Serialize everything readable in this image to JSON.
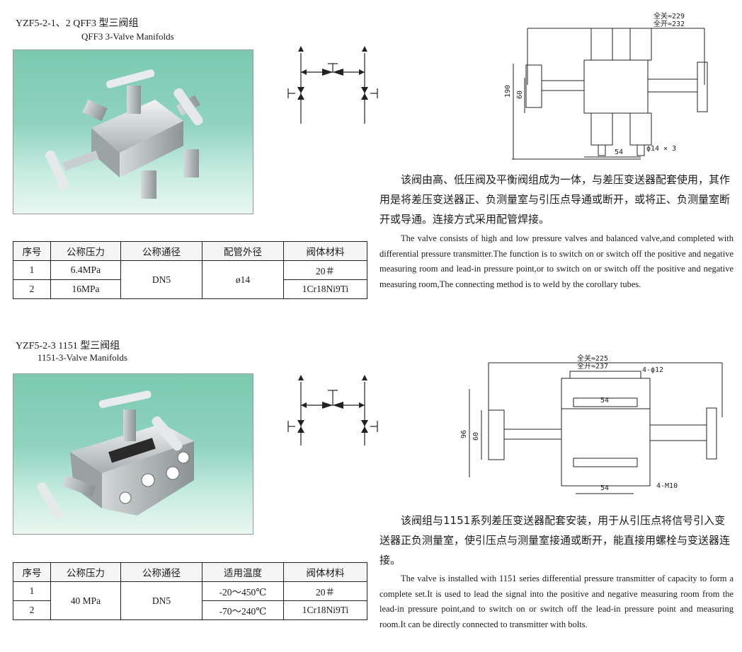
{
  "section1": {
    "title": "YZF5-2-1、2 QFF3 型三阀组",
    "subtitle": "QFF3 3-Valve Manifolds",
    "headers": [
      "序号",
      "公称压力",
      "公称通径",
      "配管外径",
      "阀体材料"
    ],
    "rows": [
      {
        "no": "1",
        "pressure": "6.4MPa",
        "material": "20＃"
      },
      {
        "no": "2",
        "pressure": "16MPa",
        "material": "1Cr18Ni9Ti"
      }
    ],
    "diameter": "DN5",
    "pipe": "ø14",
    "dims": {
      "full_close": "全关≈229",
      "full_open": "全开≈232",
      "h1": "190",
      "h2": "60",
      "w": "54",
      "hole": "ϕ14 × 3"
    },
    "cn_text": "该阀由高、低压阀及平衡阀组成为一体，与差压变送器配套使用，其作用是将差压变送器正、负测量室与引压点导通或断开，或将正、负测量室断开或导通。连接方式采用配管焊接。",
    "en_text": "The valve consists of high and low pressure valves and balanced valve,and completed with differential pressure transmitter.The function is to switch on or switch off the positive and negative measuring room and lead-in pressure point,or to switch on or switch off the positive and negative measuring room,The connecting method is to weld by the corollary tubes."
  },
  "section2": {
    "title": "YZF5-2-3 1151 型三阀组",
    "subtitle": "1151-3-Valve Manifolds",
    "headers": [
      "序号",
      "公称压力",
      "公称通径",
      "适用温度",
      "阀体材料"
    ],
    "rows": [
      {
        "no": "1",
        "temp": "-20～450℃",
        "material": "20＃"
      },
      {
        "no": "2",
        "temp": "-70～240℃",
        "material": "1Cr18Ni9Ti"
      }
    ],
    "pressure": "40 MPa",
    "diameter": "DN5",
    "dims": {
      "full_close": "全关≈225",
      "full_open": "全开≈237",
      "holes": "4-ϕ12",
      "w_top": "54",
      "h1": "96",
      "h2": "60",
      "w_bottom": "54",
      "thread": "4-M10"
    },
    "cn_text": "该阀组与1151系列差压变送器配套安装，用于从引压点将信号引入变送器正负测量室，使引压点与测量室接通或断开，能直接用螺栓与变送器连接。",
    "en_text": "The valve is installed with 1151 series differential pressure transmitter of capacity to form a complete set.It is used to lead the signal into the positive and negative measuring room from the lead-in pressure point,and to switch on or switch off the lead-in pressure point and measuring room.It can be directly connected to transmitter with bolts."
  }
}
